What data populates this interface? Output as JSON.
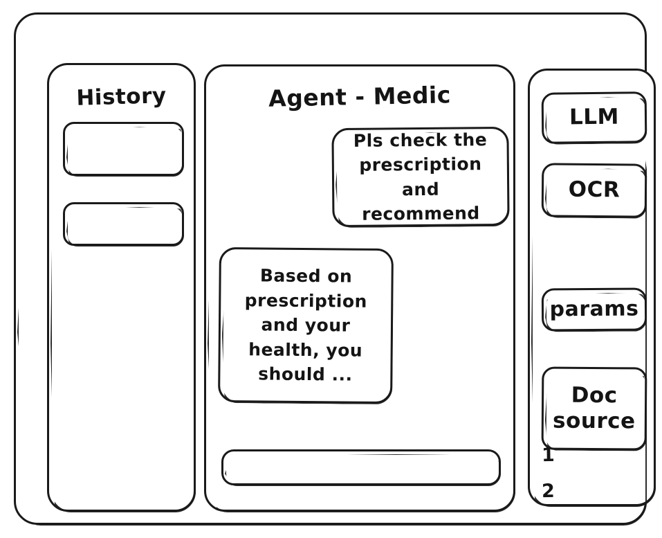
{
  "app": {
    "frame_label": "app-window"
  },
  "sidebar": {
    "title": "History",
    "items": [
      {
        "label": ""
      },
      {
        "label": ""
      }
    ]
  },
  "main": {
    "title": "Agent - Medic",
    "messages": [
      {
        "role": "user",
        "text": "Pls check the prescription and recommend"
      },
      {
        "role": "assistant",
        "text": "Based on prescription and your health, you should ..."
      }
    ],
    "composer": {
      "value": "",
      "placeholder": ""
    }
  },
  "tools": {
    "buttons": [
      {
        "label": "LLM"
      },
      {
        "label": "OCR"
      },
      {
        "label": "params"
      },
      {
        "label": "Doc source"
      }
    ],
    "doc_sources": [
      {
        "label": "1"
      },
      {
        "label": "2"
      }
    ]
  },
  "style": {
    "stroke": "#1a1a1a",
    "background": "#ffffff"
  }
}
